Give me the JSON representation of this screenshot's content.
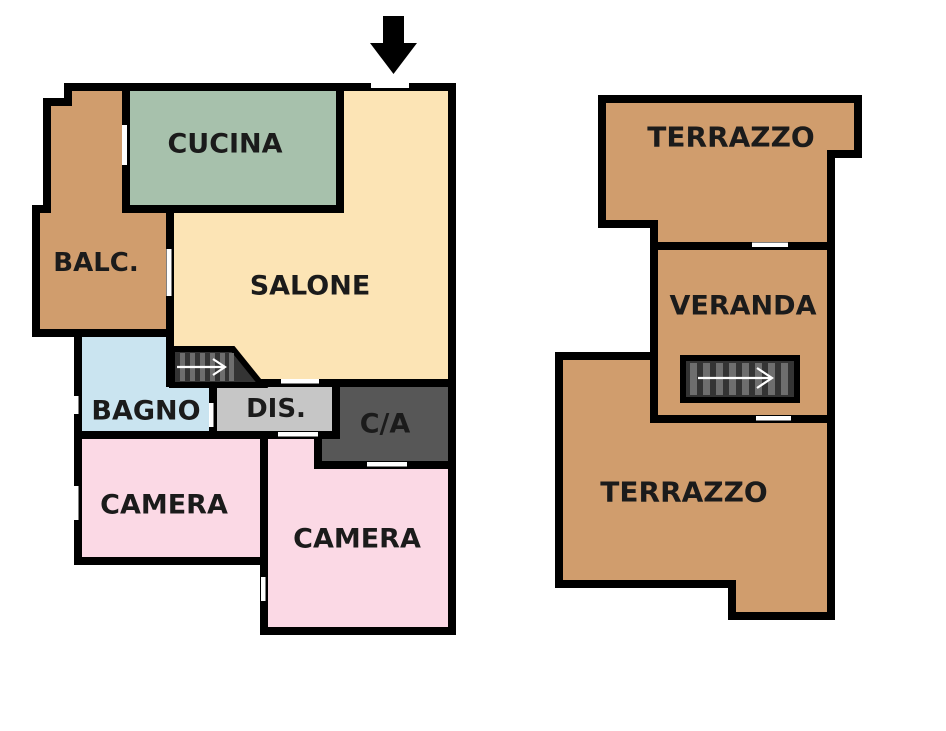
{
  "app": {
    "type": "floor-plan-image",
    "background": "#ffffff",
    "wall_color": "#000000"
  },
  "label_color": "#1b1b1b",
  "entrance_arrow_color": "#000000",
  "stairs": {
    "fill": "#343434",
    "step_color": "#6e6e6e",
    "arrow_color": "#ffffff"
  },
  "rooms": {
    "cucina": {
      "label": "CUCINA",
      "color": "#a7c1ac"
    },
    "salone": {
      "label": "SALONE",
      "color": "#fce4b5"
    },
    "balcone": {
      "label": "BALC.",
      "color": "#d09d6d"
    },
    "bagno": {
      "label": "BAGNO",
      "color": "#cae4f0"
    },
    "disimpegno": {
      "label": "DIS.",
      "color": "#c6c6c6"
    },
    "cavedio": {
      "label": "C/A",
      "color": "#575757"
    },
    "camera_1": {
      "label": "CAMERA",
      "color": "#fbd9e5"
    },
    "camera_2": {
      "label": "CAMERA",
      "color": "#fbd9e5"
    },
    "terrazzo_1": {
      "label": "TERRAZZO",
      "color": "#d09d6d"
    },
    "veranda": {
      "label": "VERANDA",
      "color": "#d09d6d"
    },
    "terrazzo_2": {
      "label": "TERRAZZO",
      "color": "#d09d6d"
    }
  }
}
